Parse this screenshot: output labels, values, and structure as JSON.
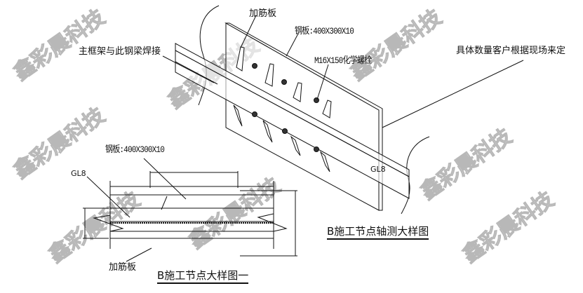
{
  "watermark": "鑫彩晨科技",
  "isometric": {
    "stiffener_label": "加筋板",
    "plate_label": "钢板:400X300X10",
    "bolt_label": "M16X150化学螺栓",
    "weld_label": "主框架与此钢梁焊接",
    "quantity_note": "具体数量客户根据现场来定",
    "beam_label": "GL8",
    "title": "B施工节点轴测大样图"
  },
  "detail": {
    "plate_label": "钢板:400X300X10",
    "beam_label": "GL8",
    "stiffener_label": "加筋板",
    "title": "B施工节点大样图一"
  }
}
